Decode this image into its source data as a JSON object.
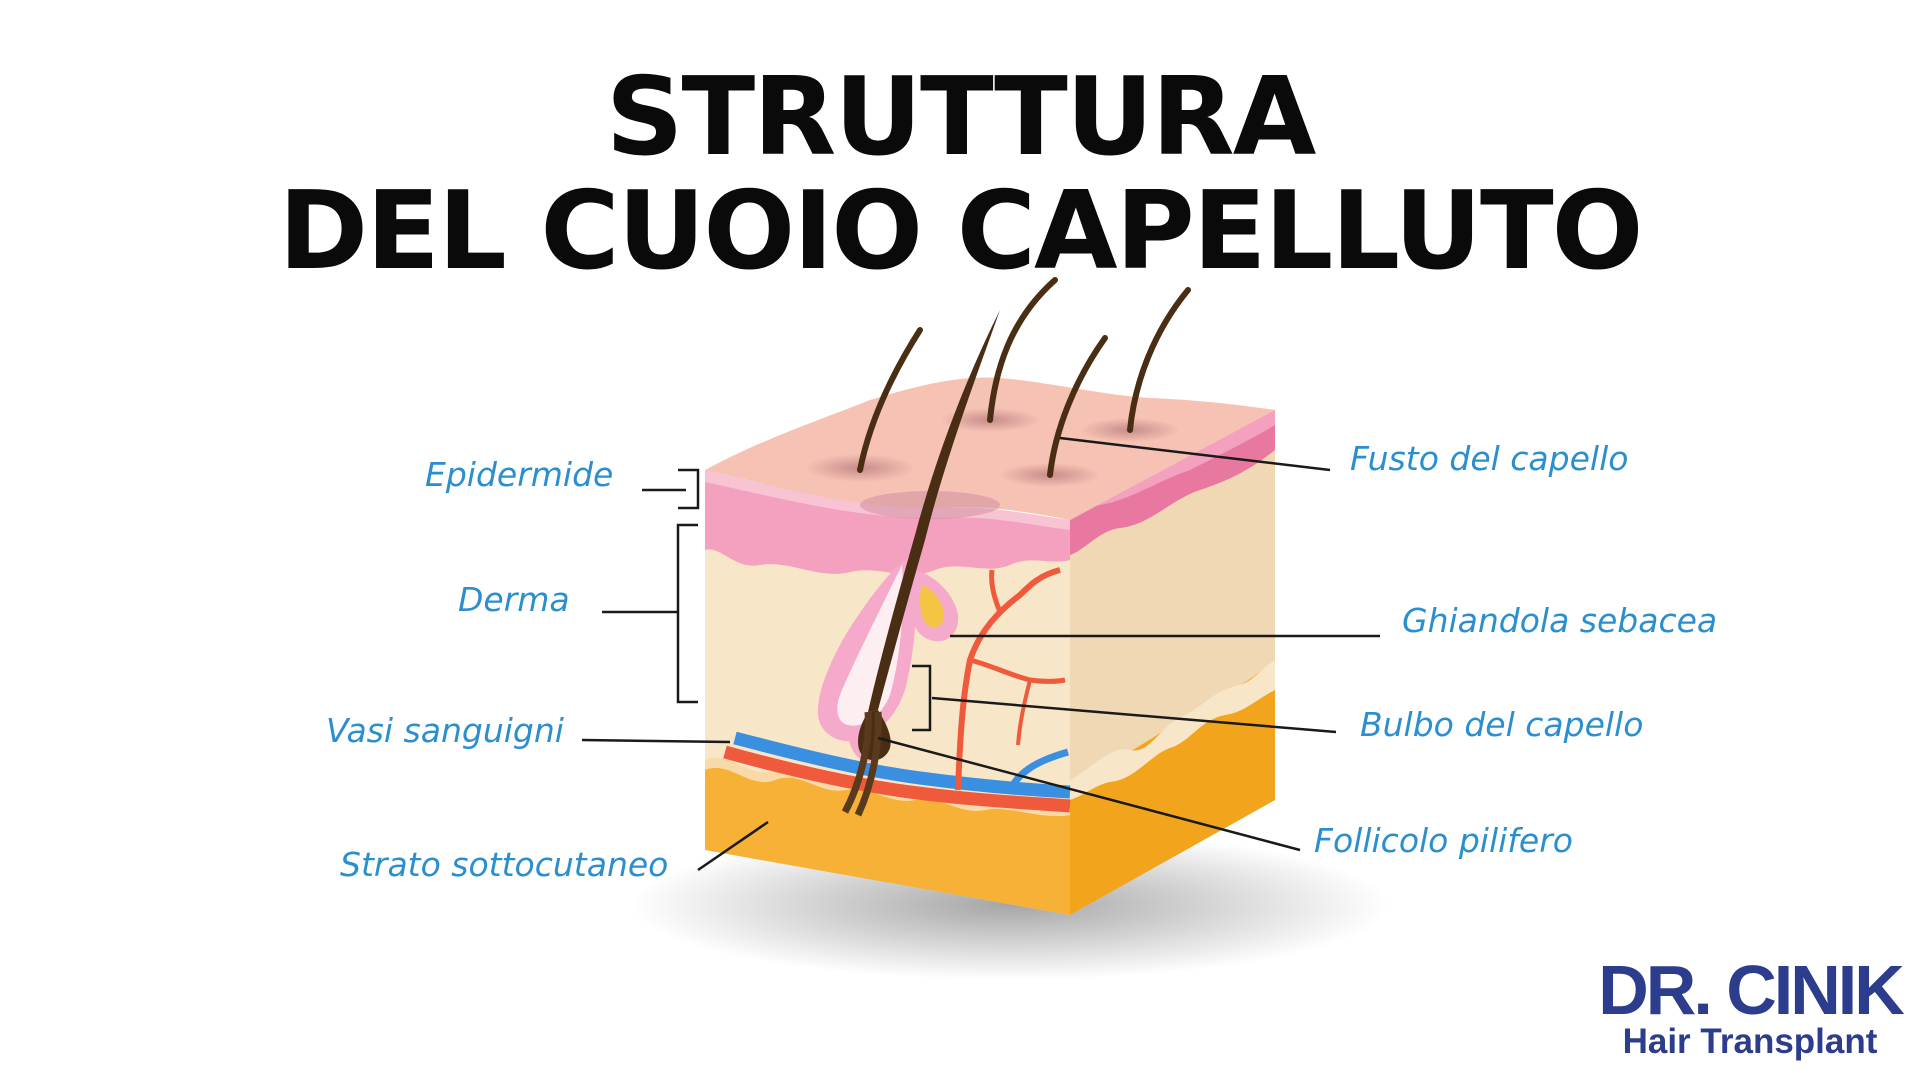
{
  "title": {
    "line1": "STRUTTURA",
    "line2": "DEL CUOIO CAPELLUTO"
  },
  "labels": {
    "epidermide": "Epidermide",
    "derma": "Derma",
    "vasi": "Vasi sanguigni",
    "strato": "Strato sottocutaneo",
    "fusto": "Fusto del capello",
    "ghiandola": "Ghiandola sebacea",
    "bulbo": "Bulbo del capello",
    "follicolo": "Follicolo pilifero"
  },
  "brand": {
    "name": "DR. CINIK",
    "subtitle": "Hair Transplant"
  },
  "colors": {
    "label": "#2b8fcf",
    "brand": "#2b3d8c",
    "epidermis": "#f4a0bf",
    "dermis": "#f7e6c8",
    "fat": "#f6b136",
    "hair": "#4a2e14",
    "artery": "#ef5a3c",
    "vein": "#3a8fe0"
  }
}
